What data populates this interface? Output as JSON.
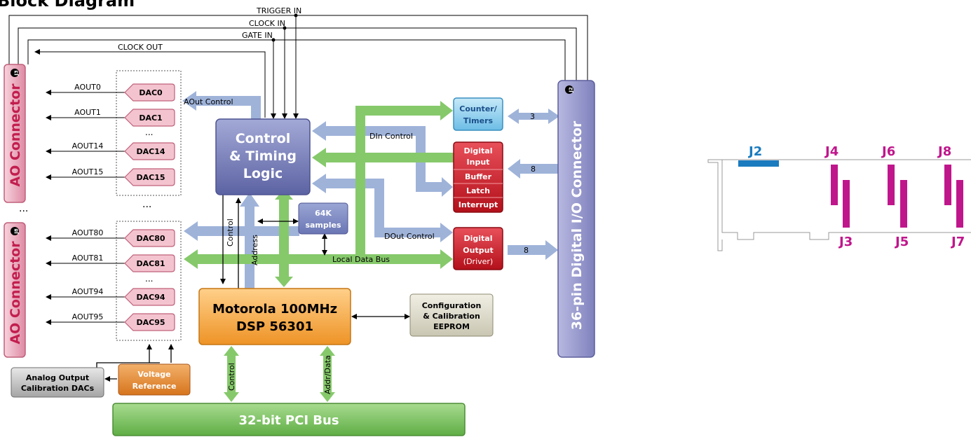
{
  "title": "Block Diagram",
  "signals": {
    "trigger_in": "TRIGGER IN",
    "clock_in": "CLOCK IN",
    "gate_in": "GATE IN",
    "clock_out": "CLOCK OUT"
  },
  "ao_connector_top": {
    "tag": "J3",
    "label": "AO Connector"
  },
  "ao_connector_bottom": {
    "tag": "J8",
    "label": "AO Connector"
  },
  "between_connectors": "...",
  "dacs_top": [
    {
      "dac": "DAC0",
      "aout": "AOUT0"
    },
    {
      "dac": "DAC1",
      "aout": "AOUT1"
    },
    {
      "dac": "DAC14",
      "aout": "AOUT14"
    },
    {
      "dac": "DAC15",
      "aout": "AOUT15"
    }
  ],
  "dacs_bottom": [
    {
      "dac": "DAC80",
      "aout": "AOUT80"
    },
    {
      "dac": "DAC81",
      "aout": "AOUT81"
    },
    {
      "dac": "DAC94",
      "aout": "AOUT94"
    },
    {
      "dac": "DAC95",
      "aout": "AOUT95"
    }
  ],
  "ellipsis": "...",
  "control_timing": {
    "line1": "Control",
    "line2": "& Timing",
    "line3": "Logic"
  },
  "aout_control": "AOut Control",
  "din_control": "DIn Control",
  "dout_control": "DOut Control",
  "memory": {
    "line1": "64K",
    "line2": "samples"
  },
  "control_label": "Control",
  "address_label": "Address",
  "local_data_bus": "Local Data Bus",
  "dsp": {
    "line1": "Motorola 100MHz",
    "line2": "DSP 56301"
  },
  "eeprom": {
    "line1": "Configuration",
    "line2": "& Calibration",
    "line3": "EEPROM"
  },
  "counter_timers": {
    "line1": "Counter/",
    "line2": "Timers"
  },
  "counter_width": "3",
  "digital_input": {
    "line1": "Digital",
    "line2": "Input",
    "buffer": "Buffer",
    "latch": "Latch",
    "interrupt": "Interrupt"
  },
  "din_width": "8",
  "digital_output": {
    "line1": "Digital",
    "line2": "Output",
    "line3": "(Driver)"
  },
  "dout_width": "8",
  "dio_connector": {
    "tag": "J2",
    "label": "36-pin Digital I/O Connector"
  },
  "cal_dacs": {
    "line1": "Analog Output",
    "line2": "Calibration DACs"
  },
  "voltage_ref": {
    "line1": "Voltage",
    "line2": "Reference"
  },
  "pci_control": "Control",
  "pci_addrdata": "Addr/Data",
  "pci_bus": "32-bit PCI Bus",
  "board": {
    "j2": "J2",
    "j4": "J4",
    "j6": "J6",
    "j8": "J8",
    "j3": "J3",
    "j5": "J5",
    "j7": "J7"
  },
  "colors": {
    "lavender_arrow": "#9fb3d9",
    "green_bus": "#86c96b",
    "ctrl_block": "#6c74b0",
    "dsp_block": "#f3a33a",
    "digital_red": "#c8141e",
    "counter_blue": "#7cc6ea",
    "dac_pink": "#f3c4cf",
    "connector_pink": "#e59bb0",
    "dio_purple": "#8d8fc7",
    "board_magenta": "#c0168c",
    "board_blue": "#1a7bbf"
  }
}
